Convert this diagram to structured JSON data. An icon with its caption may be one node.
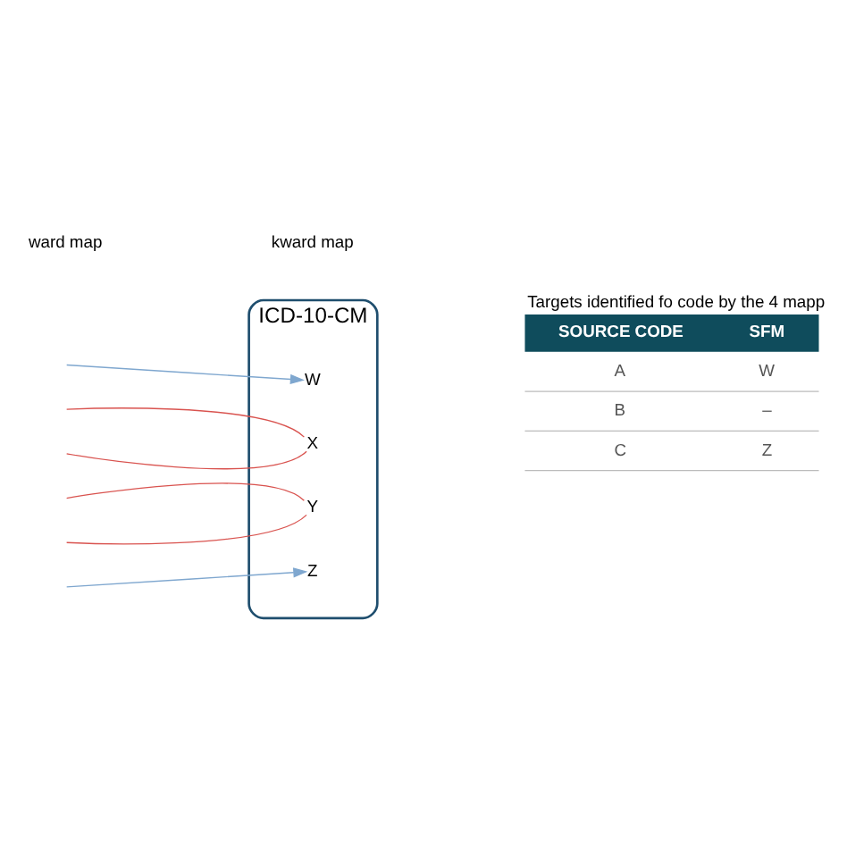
{
  "diagram": {
    "nodes": [
      {
        "text": [
          "ICD-10-CM"
        ]
      },
      {
        "text": [
          "W"
        ],
        "in": 0
      },
      {
        "text": [
          "X"
        ],
        "in": 0
      },
      {
        "text": [
          "Y"
        ],
        "in": 0
      },
      {
        "text": [
          "Z"
        ],
        "in": 0
      }
    ],
    "edges": [
      {
        "from": null,
        "to": 1,
        "arrow": "to",
        "color": "#7fa7cf"
      },
      {
        "from": 2,
        "to": null,
        "arrow": "none"
      },
      {
        "from": 2,
        "to": null,
        "arrow": "none"
      },
      {
        "from": 3,
        "to": null,
        "arrow": "none"
      },
      {
        "from": 3,
        "to": null,
        "arrow": "none"
      },
      {
        "from": null,
        "to": 4,
        "arrow": "to",
        "color": "#7fa7cf"
      }
    ],
    "labels": [
      "Targets identified fo code by the 4 mapp",
      "SOURCE CODE",
      "SFM",
      "A",
      "W",
      "B",
      "–",
      "C",
      "Z"
    ],
    "legend": [
      {
        "text": "ward map"
      },
      {
        "text": "kward map"
      }
    ]
  }
}
